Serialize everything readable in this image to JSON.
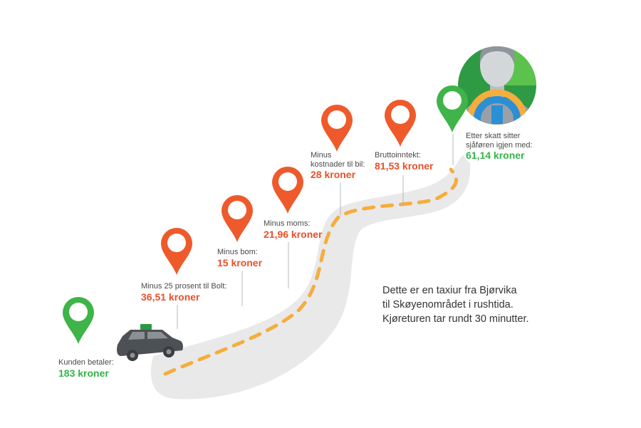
{
  "stops": [
    {
      "label": "Kunden betaler:",
      "value": "183 kroner"
    },
    {
      "label": "Minus 25 prosent til Bolt:",
      "value": "36,51 kroner"
    },
    {
      "label": "Minus bom:",
      "value": "15 kroner"
    },
    {
      "label": "Minus moms:",
      "value": "21,96 kroner"
    },
    {
      "label": "Minus",
      "label2": "kostnader til bil:",
      "value": "28 kroner"
    },
    {
      "label": "Bruttoinntekt:",
      "value": "81,53 kroner"
    },
    {
      "label": "Etter skatt sitter",
      "label2": "sjåføren igjen med:",
      "value": "61,14 kroner"
    }
  ],
  "caption": {
    "line1": "Dette er en taxiur fra Bjørvika",
    "line2": "til Skøyenområdet i rushtida.",
    "line3": "Kjøreturen tar rundt 30 minutter."
  },
  "colors": {
    "pin_orange": "#ee5a2b",
    "pin_green": "#3eb449",
    "road": "#e9e9ea",
    "dash": "#f5ad3c",
    "value_red": "#e8502a",
    "value_green": "#36b34a"
  },
  "icons": [
    "map-pin-icon",
    "taxi-car-icon",
    "driver-avatar-icon",
    "steering-wheel-icon"
  ]
}
